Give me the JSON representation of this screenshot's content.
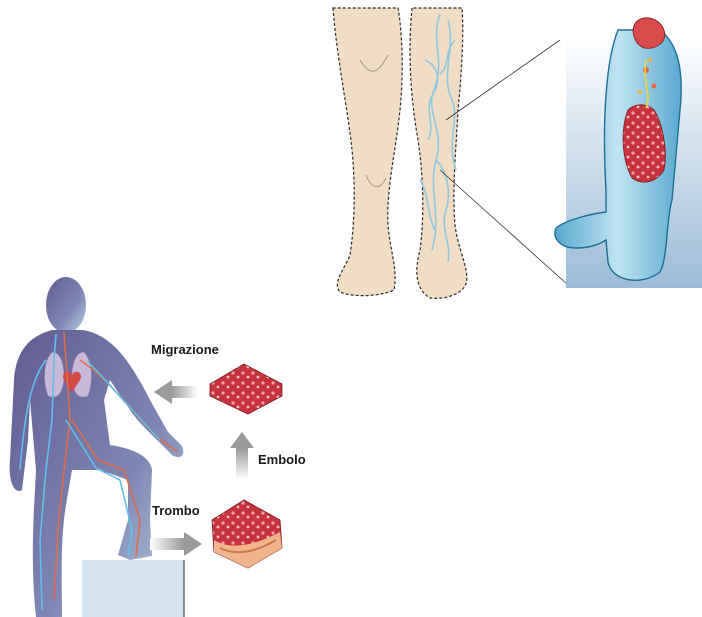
{
  "labels": {
    "migration": "Migrazione",
    "embolus": "Embolo",
    "thrombus": "Trombo"
  },
  "colors": {
    "skin": "#f1dcc4",
    "vein_blue": "#8fc9e0",
    "clot_red": "#c8323c",
    "arrow_gray": "#a9a9a9",
    "body_violet": "#6d6f9e",
    "step_box": "#d5e4f1"
  },
  "icons": [
    "legs-illustration",
    "vein-zoom-icon",
    "human-figure",
    "clot-icon",
    "arrow-left-icon",
    "arrow-up-icon",
    "arrow-right-icon",
    "step-box"
  ]
}
